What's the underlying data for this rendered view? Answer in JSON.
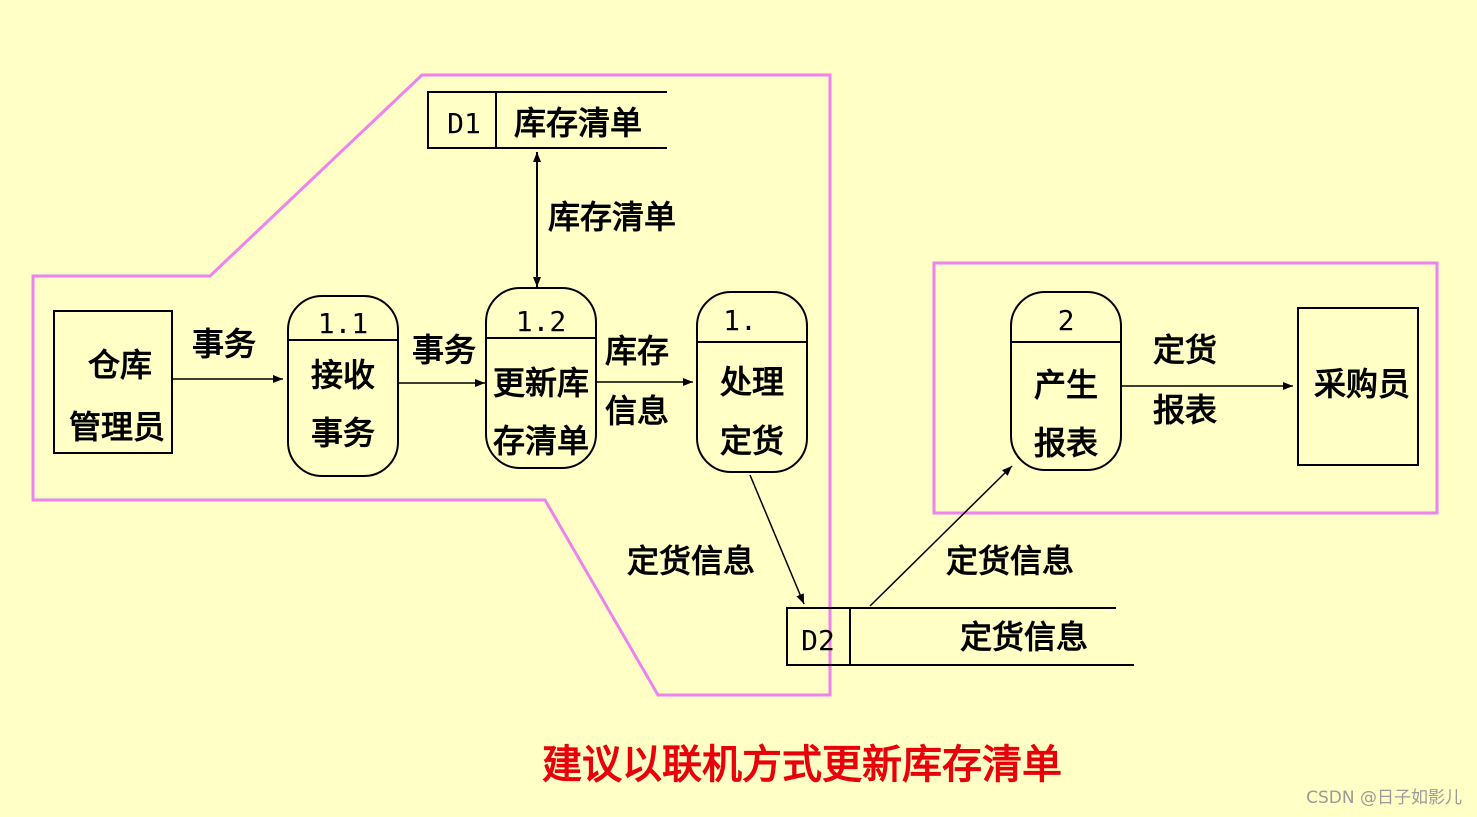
{
  "colors": {
    "background": "#FFFFC6",
    "boundary": "#EE82EE",
    "line": "#000000",
    "caption": "#E8000B"
  },
  "entities": {
    "warehouse_manager": [
      "仓库",
      "管理员"
    ],
    "purchaser": "采购员"
  },
  "processes": {
    "p11": {
      "id": "1.1",
      "lines": [
        "接收",
        "事务"
      ]
    },
    "p12": {
      "id": "1.2",
      "lines": [
        "更新库",
        "存清单"
      ]
    },
    "p13": {
      "id": "1.",
      "lines": [
        "处理",
        "定货"
      ]
    },
    "p2": {
      "id": "2",
      "lines": [
        "产生",
        "报表"
      ]
    }
  },
  "stores": {
    "d1": {
      "id": "D1",
      "name": "库存清单"
    },
    "d2": {
      "id": "D2",
      "name": "定货信息"
    }
  },
  "flows": {
    "transaction_in": "事务",
    "transaction_mid": "事务",
    "inventory_list": "库存清单",
    "inventory_info": [
      "库存",
      "信息"
    ],
    "order_info_down": "定货信息",
    "order_info_up": "定货信息",
    "order_report": [
      "定货",
      "报表"
    ]
  },
  "caption": "建议以联机方式更新库存清单",
  "watermark": "CSDN @日子如影儿"
}
